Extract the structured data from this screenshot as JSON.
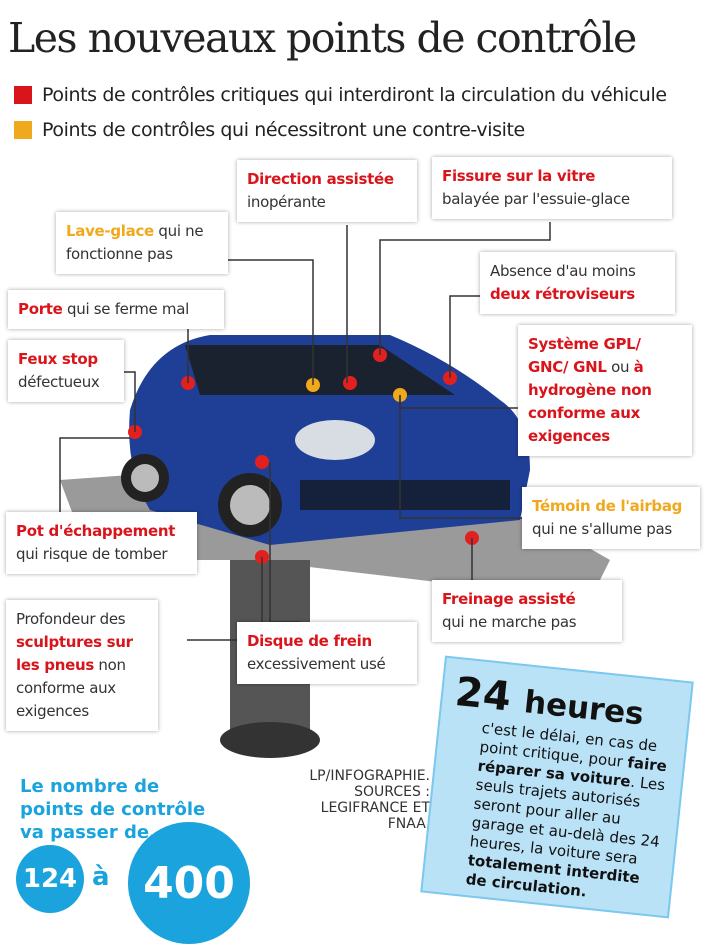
{
  "title": "Les nouveaux points de contrôle",
  "legend": [
    {
      "label": "Points de contrôles critiques qui interdiront la circulation du véhicule",
      "color": "#d9141b"
    },
    {
      "label": "Points de contrôles qui nécessitront une contre-visite",
      "color": "#f0a81c"
    }
  ],
  "labels": {
    "direction": {
      "highlight": "Direction assistée",
      "rest": "inopérante",
      "level": "critical"
    },
    "vitre": {
      "highlight": "Fissure sur la vitre",
      "rest": "balayée par l'essuie-glace",
      "level": "critical"
    },
    "laveglace": {
      "highlight": "Lave-glace",
      "rest": " qui ne fonctionne pas",
      "level": "contre-visite"
    },
    "retro": {
      "prefix": "Absence d'au moins",
      "highlight": "deux rétroviseurs",
      "level": "critical"
    },
    "porte": {
      "highlight": "Porte",
      "rest": " qui se ferme mal",
      "level": "critical"
    },
    "feux": {
      "highlight": "Feux stop",
      "rest": "défectueux",
      "level": "critical"
    },
    "gpl": {
      "highlight": "Système GPL/ GNC/ GNL",
      "rest": " ou ",
      "highlight2": "à hydrogène non conforme aux exigences",
      "level": "critical"
    },
    "airbag": {
      "highlight": "Témoin de l'airbag",
      "rest": "qui ne s'allume pas",
      "level": "contre-visite"
    },
    "pot": {
      "highlight": "Pot d'échappement",
      "rest": "qui risque de tomber",
      "level": "critical"
    },
    "freinage": {
      "highlight": "Freinage assisté",
      "rest": "qui ne marche pas",
      "level": "critical"
    },
    "pneus": {
      "prefix": "Profondeur des",
      "highlight": "sculptures sur les pneus",
      "rest": " non conforme aux exigences",
      "level": "critical"
    },
    "disque": {
      "highlight": "Disque de frein",
      "rest": "excessivement usé",
      "level": "critical"
    }
  },
  "count": {
    "text": "Le nombre de points de contrôle va passer de...",
    "from": "124",
    "to_word": "à",
    "to": "400"
  },
  "sources": "LP/INFOGRAPHIE. SOURCES : LEGIFRANCE ET FNAA.",
  "delay": {
    "number": "24",
    "unit": "heures",
    "t1": "c'est le délai, en cas de point critique, pour ",
    "b1": "faire réparer sa voiture",
    "t2": ". Les seuls trajets autorisés seront pour aller au garage et au-delà des 24 heures, la voiture sera ",
    "b2": "totalement interdite de circulation."
  }
}
